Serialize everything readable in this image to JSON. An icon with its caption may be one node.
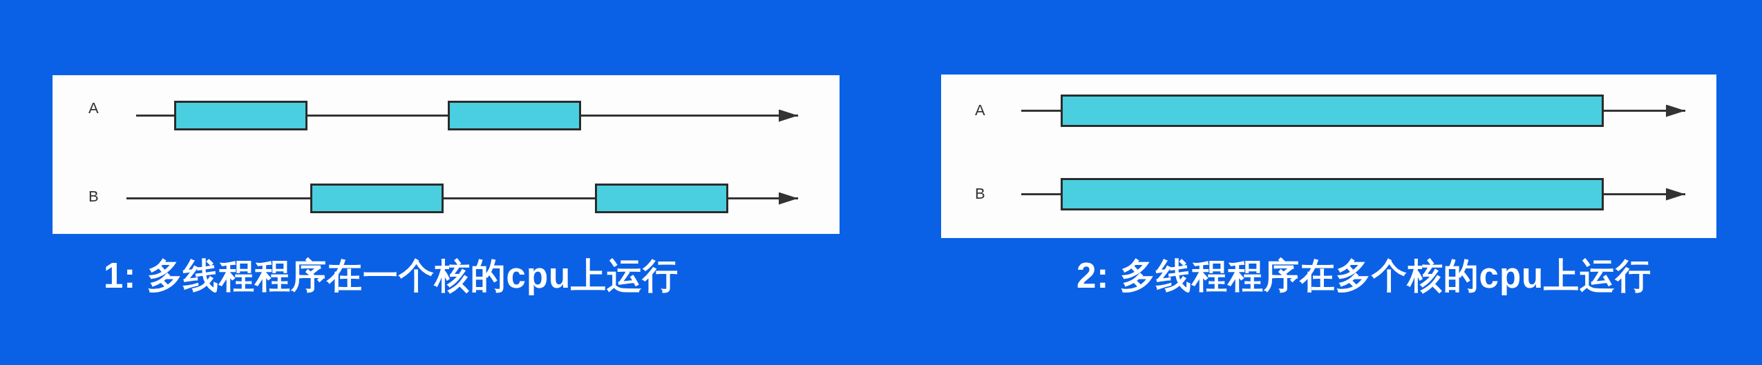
{
  "diagram": {
    "nodes": [
      {
        "text": [
          "A",
          "B"
        ],
        "beside": [
          "1: 多线程程序在一个核的cpu上运行"
        ]
      },
      {
        "text": [],
        "shape": "bar",
        "in": 0
      },
      {
        "text": [],
        "shape": "bar",
        "in": 0
      },
      {
        "text": [],
        "shape": "bar",
        "in": 0
      },
      {
        "text": [],
        "shape": "bar",
        "in": 0
      },
      {
        "text": [
          "A",
          "B"
        ],
        "beside": [
          "2: 多线程程序在多个核的cpu上运行"
        ]
      },
      {
        "text": [],
        "shape": "bar",
        "in": 5
      },
      {
        "text": [],
        "shape": "bar",
        "in": 5
      }
    ],
    "edges": [
      {
        "from": null,
        "to": 1,
        "arrow": "none"
      },
      {
        "from": 1,
        "to": 2,
        "arrow": "none"
      },
      {
        "from": 2,
        "to": null,
        "arrow": "to"
      },
      {
        "from": null,
        "to": 3,
        "arrow": "none"
      },
      {
        "from": 3,
        "to": 4,
        "arrow": "none"
      },
      {
        "from": 4,
        "to": null,
        "arrow": "to"
      },
      {
        "from": null,
        "to": 6,
        "arrow": "none"
      },
      {
        "from": 6,
        "to": null,
        "arrow": "to"
      },
      {
        "from": null,
        "to": 7,
        "arrow": "none"
      },
      {
        "from": 7,
        "to": null,
        "arrow": "to"
      }
    ]
  }
}
